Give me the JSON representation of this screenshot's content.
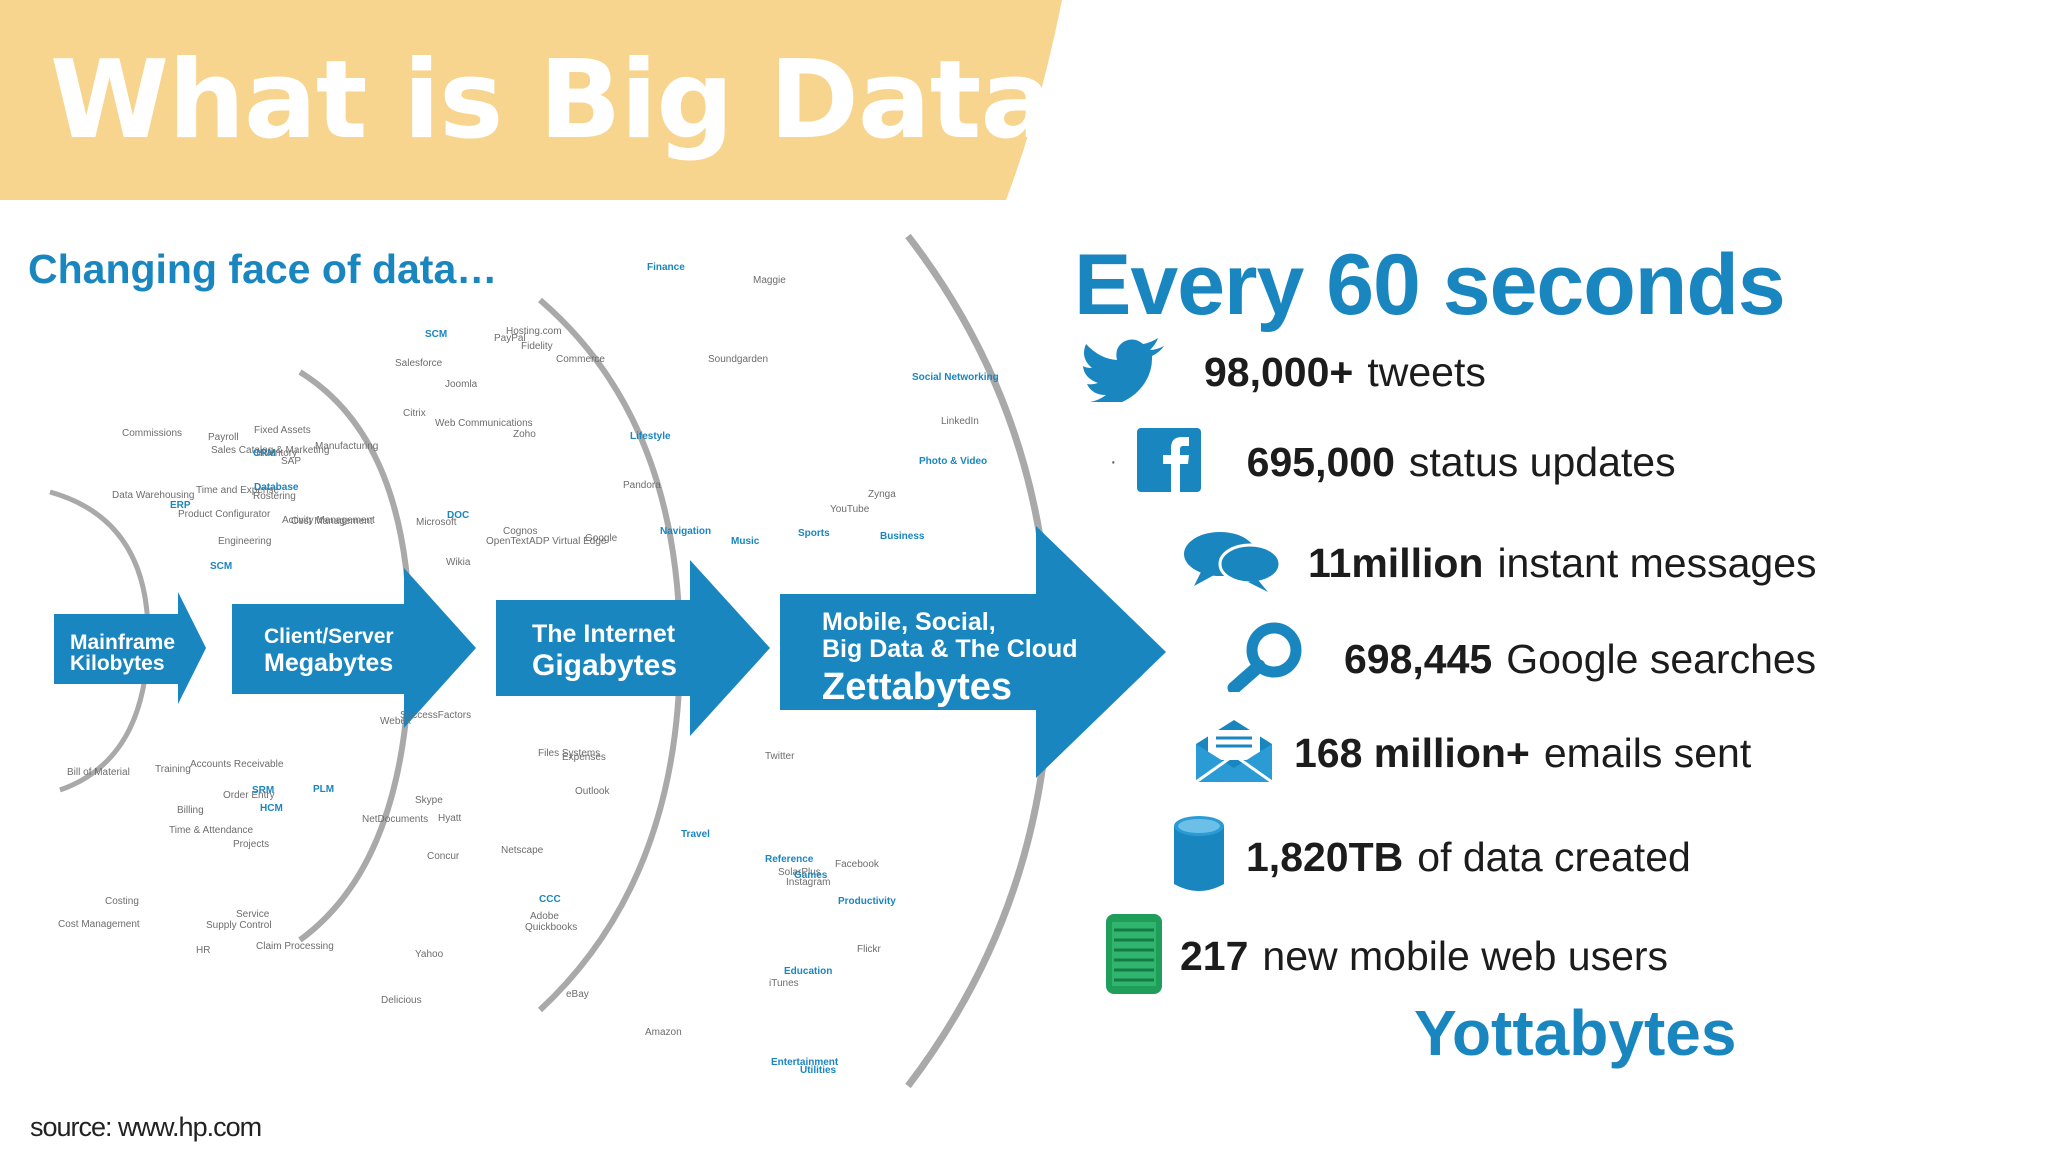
{
  "slide_title": "What is Big Data?",
  "left_panel": {
    "heading": "Changing face of data…",
    "arrows": [
      {
        "line1": "Mainframe",
        "line2": "Kilobytes"
      },
      {
        "line1": "Client/Server",
        "line2": "Megabytes"
      },
      {
        "line1": "The Internet",
        "line2": "Gigabytes"
      },
      {
        "line1": "Mobile, Social,",
        "line2": "Big Data & The Cloud",
        "line3": "Zettabytes"
      }
    ],
    "word_cloud": {
      "band1": [
        "Product Configurator",
        "Bill of Material",
        "ERP",
        "Cost Management",
        "Time and Expense",
        "Costing",
        "Payroll",
        "Training",
        "Sales Catalog & Marketing",
        "Time & Attendance",
        "Commissions",
        "Claim Processing",
        "Data Warehousing"
      ],
      "band2": [
        "Manufacturing",
        "Projects",
        "SAP",
        "HR",
        "CRM",
        "SRM",
        "Engineering",
        "Order Entry",
        "SCM",
        "Supply Control",
        "Inventory",
        "HCM",
        "Cost Management",
        "Accounts Receivable",
        "Fixed Assets",
        "Billing",
        "Activity Management",
        "PLM",
        "Rostering",
        "Service",
        "Database"
      ],
      "band3": [
        "Joomla",
        "Files Systems",
        "DOC",
        "eBay",
        "Google",
        "CCC",
        "Hosting.com",
        "Hyatt",
        "Web Communications",
        "Quickbooks",
        "Wikia",
        "NetDocuments",
        "Zoho",
        "Delicious",
        "OpenText",
        "Netscape",
        "Microsoft",
        "Outlook",
        "Salesforce",
        "Adobe",
        "ADP Virtual Edge",
        "Yahoo",
        "SCM",
        "Webex",
        "Cognos",
        "Expenses",
        "PayPal",
        "Concur",
        "Citrix",
        "Skype",
        "Commerce",
        "SuccessFactors",
        "Fidelity"
      ],
      "band4": [
        "Maggie",
        "SolarPlus",
        "Pandora",
        "iTunes",
        "Music",
        "Flickr",
        "Soundgarden",
        "Amazon",
        "Finance",
        "Travel",
        "Lifestyle",
        "Reference",
        "Sports",
        "Games",
        "Navigation",
        "Productivity",
        "Photo & Video",
        "Entertainment",
        "Social Networking",
        "Education",
        "Business",
        "Utilities",
        "YouTube",
        "Twitter",
        "LinkedIn",
        "Facebook",
        "Zynga",
        "Instagram"
      ]
    }
  },
  "right_panel": {
    "heading": "Every 60 seconds",
    "stats": [
      {
        "icon": "twitter-bird-icon",
        "value": "98,000+",
        "text": "tweets"
      },
      {
        "icon": "facebook-icon",
        "value": "695,000",
        "text": "status updates"
      },
      {
        "icon": "chat-bubbles-icon",
        "value": "11million",
        "text": "instant messages"
      },
      {
        "icon": "magnifier-icon",
        "value": "698,445",
        "text": "Google searches"
      },
      {
        "icon": "envelope-icon",
        "value": "168 million+",
        "text": "emails sent"
      },
      {
        "icon": "database-cylinder-icon",
        "value": "1,820TB",
        "text": "of data created"
      },
      {
        "icon": "mobile-phone-icon",
        "value": "217",
        "text": "new mobile web users"
      }
    ],
    "footer_word": "Yottabytes"
  },
  "source": "source: www.hp.com",
  "colors": {
    "accent_blue": "#1a86c0",
    "title_band": "#f8d58e",
    "text_dark": "#1c1c1c"
  }
}
